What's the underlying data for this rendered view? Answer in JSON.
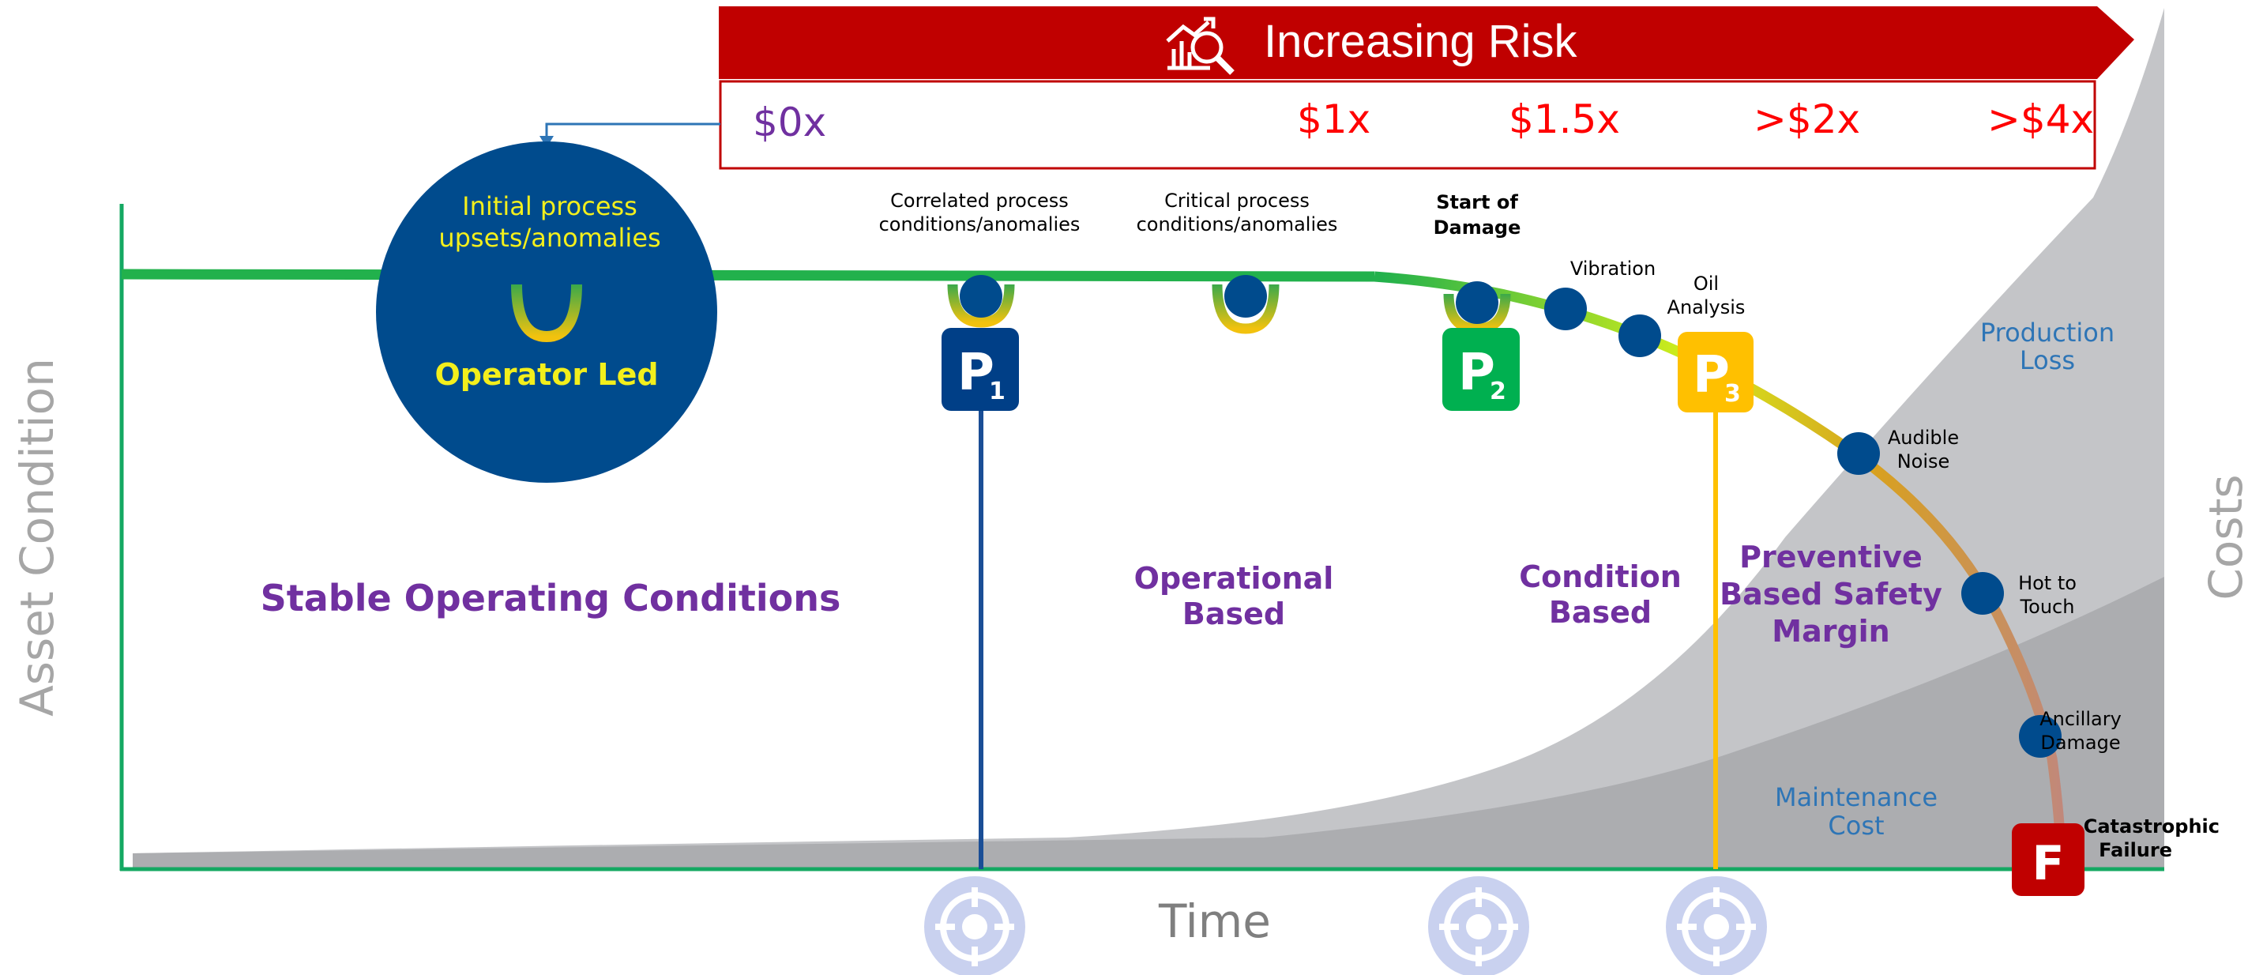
{
  "banner": {
    "title": "Increasing Risk",
    "icon": "analytics-magnifier-icon",
    "color": "#c00000"
  },
  "cost_scale": {
    "labels": [
      "$0x",
      "$1x",
      "$1.5x",
      ">$2x",
      ">$4x"
    ],
    "first_color": "#7030a0",
    "other_color": "#ff0000"
  },
  "axes": {
    "y_label": "Asset Condition",
    "x_label": "Time",
    "right_label": "Costs"
  },
  "operator_circle": {
    "line1": "Initial  process",
    "line2": "upsets/anomalies",
    "label": "Operator Led"
  },
  "annotations": {
    "p1_line1": "Correlated  process",
    "p1_line2": "conditions/anomalies",
    "crit_line1": "Critical process",
    "crit_line2": "conditions/anomalies",
    "damage_line1": "Start of",
    "damage_line2": "Damage",
    "vibration": "Vibration",
    "oil_line1": "Oil",
    "oil_line2": "Analysis",
    "audible_line1": "Audible",
    "audible_line2": "Noise",
    "hot_line1": "Hot to",
    "hot_line2": "Touch",
    "ancillary_line1": "Ancillary",
    "ancillary_line2": "Damage",
    "failure_line1": "Catastrophic",
    "failure_line2": "Failure"
  },
  "markers": {
    "p1": {
      "letter": "P",
      "sub": "1",
      "color": "#003f87"
    },
    "p2": {
      "letter": "P",
      "sub": "2",
      "color": "#00b050"
    },
    "p3": {
      "letter": "P",
      "sub": "3",
      "color": "#ffc000"
    },
    "f": {
      "letter": "F",
      "color": "#c00000"
    }
  },
  "zones": {
    "stable": "Stable Operating Conditions",
    "operational_line1": "Operational",
    "operational_line2": "Based",
    "condition_line1": "Condition",
    "condition_line2": "Based",
    "preventive_line1": "Preventive",
    "preventive_line2": "Based Safety",
    "preventive_line3": "Margin",
    "zone_color": "#7030a0"
  },
  "costs": {
    "production_line1": "Production",
    "production_line2": "Loss",
    "maintenance_line1": "Maintenance",
    "maintenance_line2": "Cost",
    "label_color": "#2e75b6"
  },
  "target_icons": [
    "target-icon",
    "target-icon",
    "target-icon"
  ]
}
